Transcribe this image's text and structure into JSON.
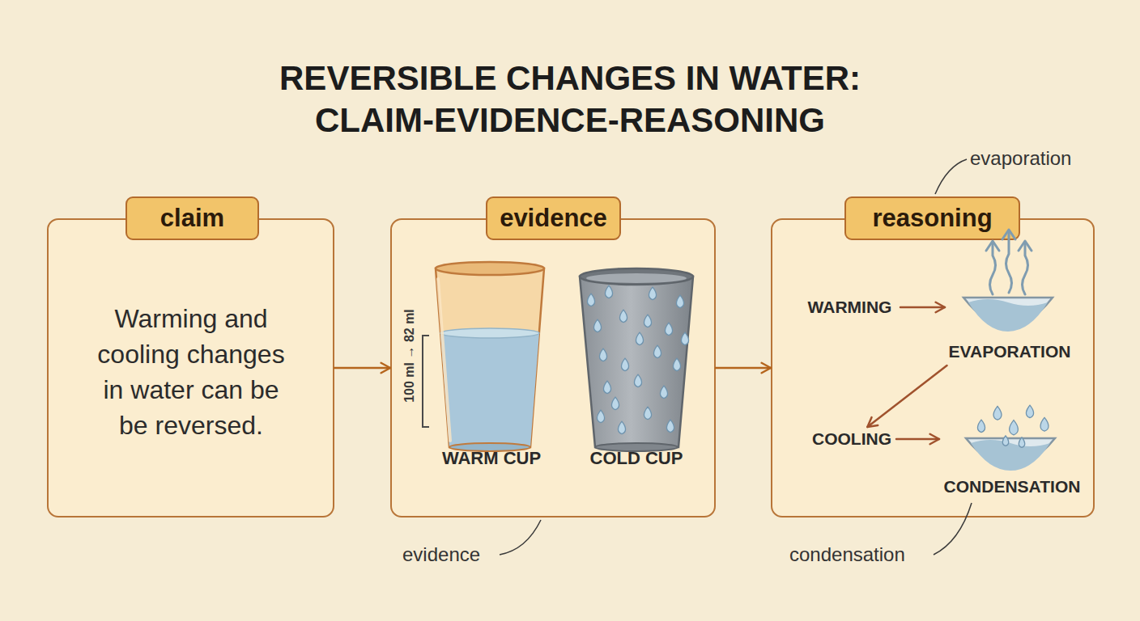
{
  "diagram": {
    "title": "REVERSIBLE CHANGES IN WATER: CLAIM-EVIDENCE-REASONING",
    "nodes": [
      {
        "text": [
          "claim",
          "Warming and cooling changes in water can be be reversed."
        ]
      },
      {
        "text": [
          "evidence"
        ]
      },
      {
        "text": [
          "reasoning"
        ]
      },
      {
        "text": [
          "WARMING"
        ],
        "in": 2
      },
      {
        "text": [
          "EVAPORATION"
        ],
        "in": 2
      },
      {
        "text": [
          "COOLING"
        ],
        "in": 2
      },
      {
        "text": [
          "CONDENSATION"
        ],
        "in": 2
      }
    ],
    "edges": [
      {
        "from": 0,
        "to": 1,
        "arrow": "to"
      },
      {
        "from": 1,
        "to": 2,
        "arrow": "to"
      },
      {
        "from": 3,
        "to": 4,
        "arrow": "to"
      },
      {
        "from": 4,
        "to": 5,
        "arrow": "to"
      },
      {
        "from": 5,
        "to": 6,
        "arrow": "to"
      }
    ],
    "labels": [
      "evaporation",
      "100 ml → 82 ml",
      "WARM CUP",
      "COLD CUP",
      "evidence",
      "condensation"
    ]
  }
}
